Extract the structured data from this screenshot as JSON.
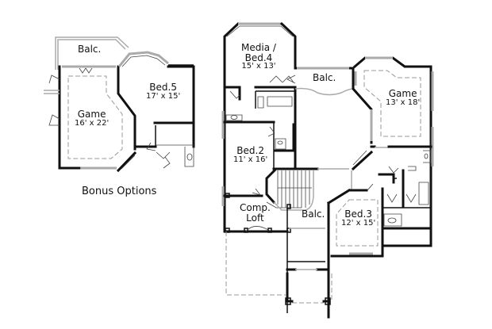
{
  "caption": "Bonus Options",
  "bonus_plan": {
    "rooms": [
      {
        "name": "Balc.",
        "dim": ""
      },
      {
        "name": "Game",
        "dim": "16' x 22'"
      },
      {
        "name": "Bed.5",
        "dim": "17' x 15'"
      }
    ]
  },
  "main_plan": {
    "rooms": [
      {
        "name": "Media /",
        "name2": "Bed.4",
        "dim": "15' x 13'"
      },
      {
        "name": "Balc.",
        "dim": ""
      },
      {
        "name": "Game",
        "dim": "13' x 18'"
      },
      {
        "name": "Bed.2",
        "dim": "11' x 16'"
      },
      {
        "name": "Comp.",
        "name2": "Loft",
        "dim": ""
      },
      {
        "name": "Balc.",
        "dim": ""
      },
      {
        "name": "Bed.3",
        "dim": "12' x 15'"
      }
    ]
  }
}
